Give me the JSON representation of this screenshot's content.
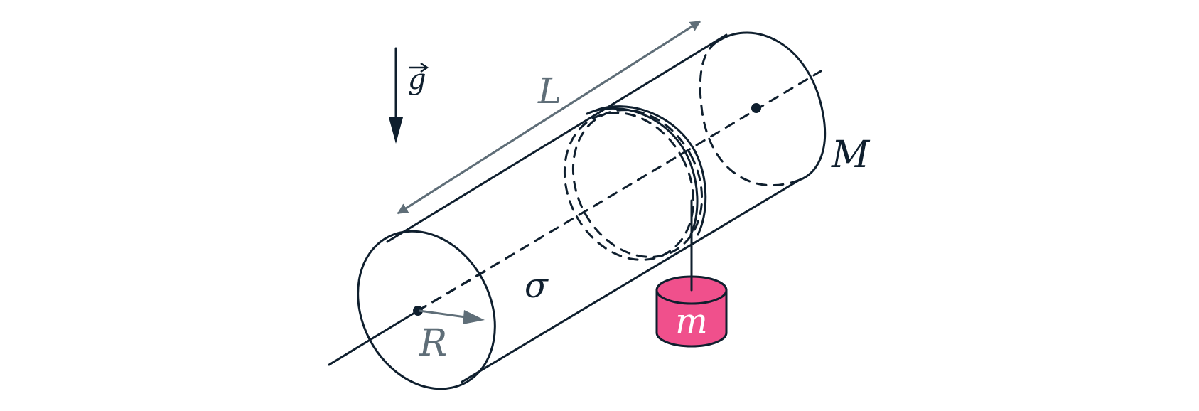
{
  "labels": {
    "gravity": "g",
    "length": "L",
    "mass_cylinder": "M",
    "density": "σ",
    "radius": "R",
    "hanging_mass": "m"
  },
  "colors": {
    "ink": "#0f1f2e",
    "dimension": "#5f6e78",
    "weight": "#f0508c"
  }
}
